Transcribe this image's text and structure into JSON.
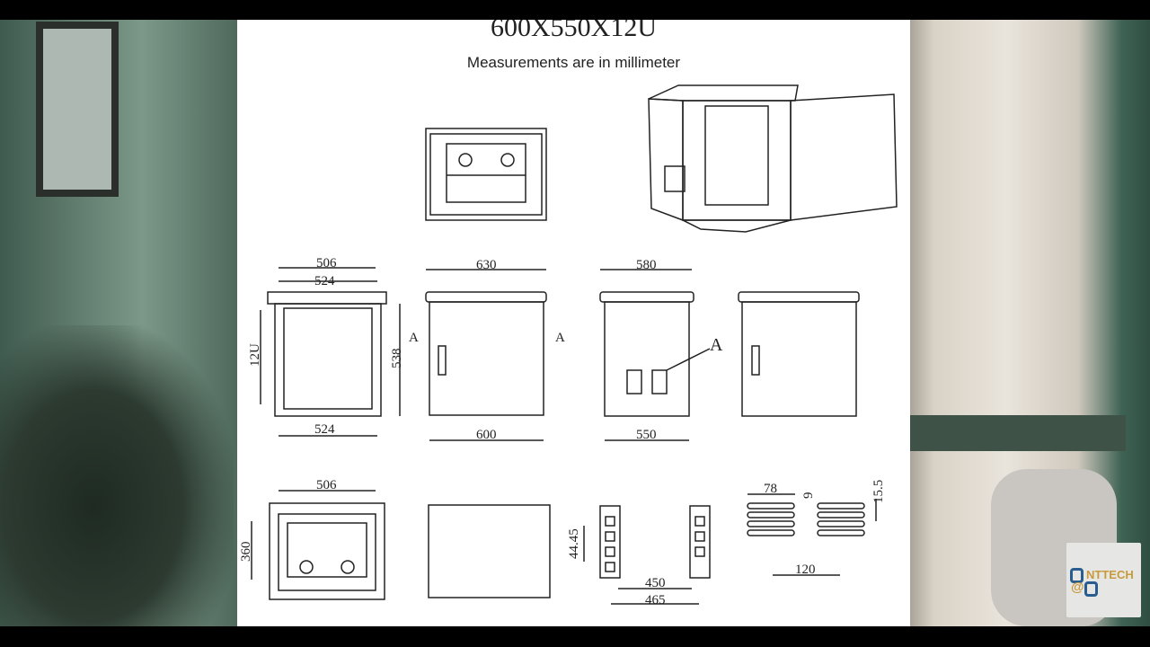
{
  "drawing": {
    "model_title": "600X550X12U",
    "subtitle": "Measurements are in millimeter",
    "front_open": {
      "top_outer": "506",
      "top_inner": "524",
      "bottom": "524",
      "height_units": "12U",
      "height": "538",
      "section_left": "A"
    },
    "front": {
      "top": "630",
      "bottom": "600",
      "section_right": "A"
    },
    "side": {
      "top": "580",
      "bottom": "550",
      "callout": "A"
    },
    "bottom_view": {
      "width": "506",
      "depth": "360"
    },
    "rails": {
      "pitch": "44.45",
      "inner": "450",
      "outer": "465"
    },
    "vent_detail": {
      "width": "78",
      "gap": "9",
      "height": "15.5",
      "span": "120"
    }
  },
  "watermark": {
    "brand": "NTTECH",
    "prefix": "@"
  },
  "colors": {
    "line": "#222222",
    "logo_blue": "#2a5d8f",
    "logo_gold": "#c89a3a"
  }
}
